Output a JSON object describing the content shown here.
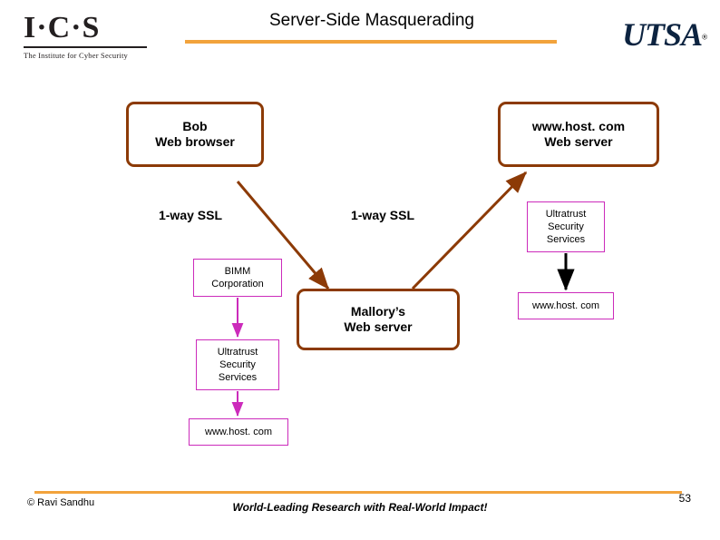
{
  "header": {
    "title": "Server-Side Masquerading",
    "left_logo": {
      "name": "I·C·S",
      "tagline": "The Institute for Cyber Security"
    },
    "right_logo": {
      "name": "UTSA",
      "registered_mark": "®"
    },
    "rule_color": "#f2a33c"
  },
  "diagram": {
    "accent_brown": "#8c3a06",
    "accent_magenta": "#cc2bbb",
    "nodes": {
      "bob": {
        "line1": "Bob",
        "line2": "Web browser"
      },
      "server": {
        "line1": "www.host. com",
        "line2": "Web server"
      },
      "mallory": {
        "line1": "Mallory’s",
        "line2": "Web server"
      },
      "ssl_left": "1-way SSL",
      "ssl_mid": "1-way SSL",
      "cert_right": {
        "line1": "Ultratrust",
        "line2": "Security",
        "line3": "Services"
      },
      "cert_right_host": "www.host. com",
      "cert_left_org": {
        "line1": "BIMM",
        "line2": "Corporation"
      },
      "cert_left_ca": {
        "line1": "Ultratrust",
        "line2": "Security",
        "line3": "Services"
      },
      "cert_left_host": "www.host. com"
    }
  },
  "footer": {
    "copyright": "© Ravi Sandhu",
    "tagline": "World-Leading Research with Real-World Impact!",
    "page_number": "53",
    "rule_color": "#f2a33c"
  }
}
